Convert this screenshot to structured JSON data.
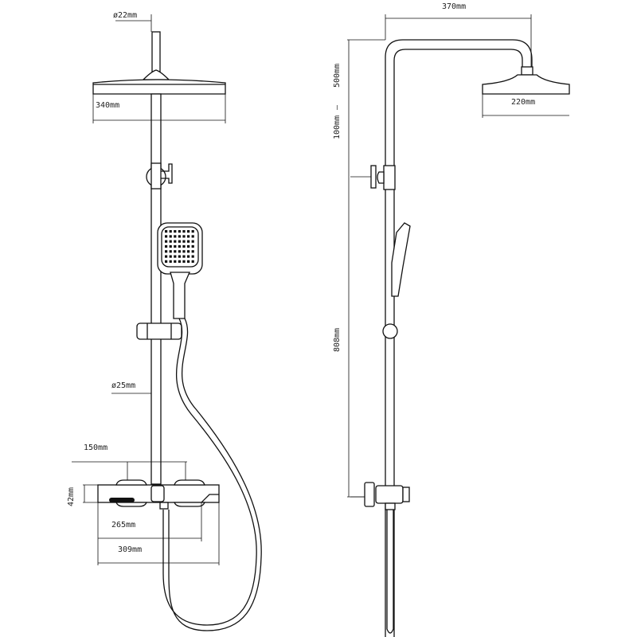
{
  "title": "Shower system dimension drawing",
  "front_view": {
    "pipe_diameter_top": "ø22mm",
    "head_diameter": "340mm",
    "rail_diameter": "ø25mm",
    "knob_spacing": "150mm",
    "mixer_height": "42mm",
    "mixer_width_inner": "265mm",
    "mixer_width_total": "309mm"
  },
  "side_view": {
    "arm_reach": "370mm",
    "height_adjust_max": "500mm",
    "height_adjust_sep": "—",
    "height_adjust_min": "100mm",
    "head_diameter": "220mm",
    "rail_height": "808mm"
  },
  "colors": {
    "line": "#111111",
    "background": "#ffffff"
  }
}
